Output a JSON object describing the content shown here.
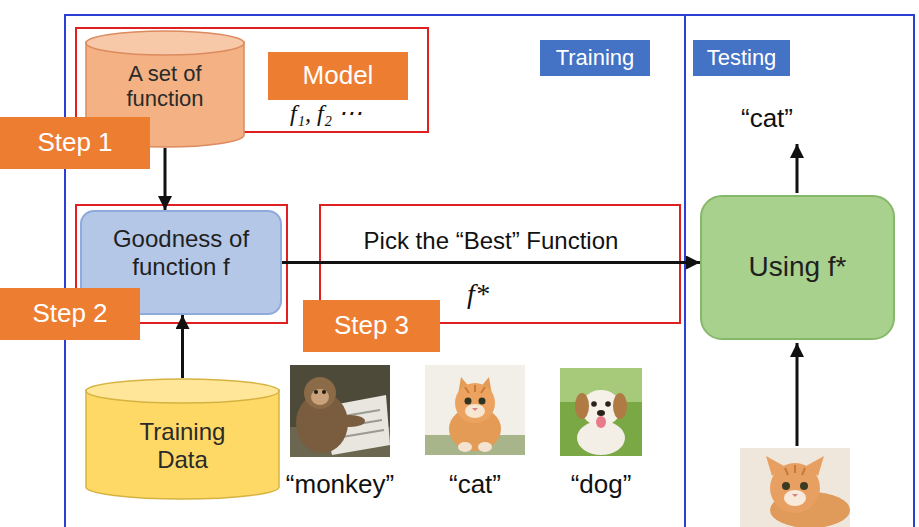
{
  "diagram": {
    "nodes": [
      {
        "text": [
          "A set of function"
        ]
      },
      {
        "text": [
          "Model"
        ]
      },
      {
        "text": [
          "Training"
        ]
      },
      {
        "text": [
          "Testing"
        ]
      },
      {
        "text": [
          "Step 1"
        ]
      },
      {
        "text": [
          "Goodness of function f"
        ]
      },
      {
        "text": [
          "Step 2"
        ]
      },
      {
        "text": [
          "Step 3"
        ]
      },
      {
        "text": [
          "Training Data"
        ]
      },
      {
        "text": [
          "Using f*"
        ]
      }
    ],
    "edges": [
      {
        "from": 0,
        "to": 5,
        "arrow": "to"
      },
      {
        "from": 8,
        "to": 5,
        "arrow": "to"
      },
      {
        "from": 5,
        "to": 9,
        "arrow": "to",
        "label": "Pick the “Best” Function"
      }
    ],
    "labels": [
      "f₁, f₂ ⋯",
      "f*",
      "“monkey”",
      "“cat”",
      "“dog”",
      "“cat”"
    ]
  }
}
